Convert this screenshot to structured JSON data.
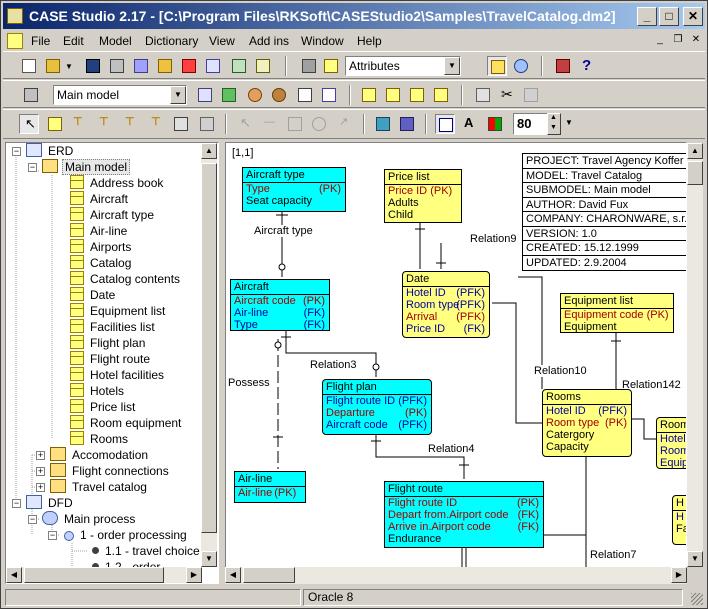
{
  "window": {
    "title": "CASE Studio 2.17 - [C:\\Program Files\\RKSoft\\CASEStudio2\\Samples\\TravelCatalog.dm2]",
    "controls": [
      "_",
      "□",
      "✕"
    ]
  },
  "menu": [
    "File",
    "Edit",
    "Model",
    "Dictionary",
    "View",
    "Add ins",
    "Window",
    "Help"
  ],
  "toolbar": {
    "attributes_combo": "Attributes",
    "model_combo": "Main model",
    "zoom_value": "80"
  },
  "tree": {
    "erd": "ERD",
    "main_model": "Main model",
    "tables": [
      "Address book",
      "Aircraft",
      "Aircraft type",
      "Air-line",
      "Airports",
      "Catalog",
      "Catalog contents",
      "Date",
      "Equipment list",
      "Facilities list",
      "Flight plan",
      "Flight route",
      "Hotel facilities",
      "Hotels",
      "Price list",
      "Room equipment",
      "Rooms"
    ],
    "sub_models": [
      "Accomodation",
      "Flight connections",
      "Travel catalog"
    ],
    "dfd": "DFD",
    "main_process": "Main process",
    "process1": "1 - order processing",
    "process11": "1.1 - travel choice",
    "process12": "1.2 - order..."
  },
  "canvas": {
    "coord": "[1,1]",
    "info_box": [
      "PROJECT: Travel Agency Koffer",
      "MODEL: Travel Catalog",
      "SUBMODEL: Main model",
      "AUTHOR: David Fux",
      "COMPANY: CHARONWARE, s.r.o.",
      "VERSION: 1.0",
      "CREATED: 15.12.1999",
      "UPDATED: 2.9.2004"
    ],
    "relations": {
      "aircraft_type": "Aircraft type",
      "relation3": "Relation3",
      "possess": "Possess",
      "relation4": "Relation4",
      "relation9": "Relation9",
      "relation10": "Relation10",
      "relation142": "Relation142",
      "relation7": "Relation7"
    },
    "entities": {
      "aircraft_type": {
        "title": "Aircraft type",
        "rows": [
          [
            "Type",
            "(PK)"
          ],
          [
            "Seat capacity",
            ""
          ]
        ]
      },
      "aircraft": {
        "title": "Aircraft",
        "rows": [
          [
            "Aircraft code",
            "(PK)"
          ],
          [
            "Air-line",
            "(FK)"
          ],
          [
            "Type",
            "(FK)"
          ]
        ]
      },
      "flight_plan": {
        "title": "Flight plan",
        "rows": [
          [
            "Flight route ID",
            "(PFK)"
          ],
          [
            "Departure",
            "(PK)"
          ],
          [
            "Aircraft code",
            "(PFK)"
          ]
        ]
      },
      "air_line": {
        "title": "Air-line",
        "rows": [
          [
            "Air-line",
            "(PK)"
          ]
        ]
      },
      "flight_route": {
        "title": "Flight route",
        "rows": [
          [
            "Flight route ID",
            "(PK)"
          ],
          [
            "Depart from.Airport code",
            "(FK)"
          ],
          [
            "Arrive in.Airport code",
            "(FK)"
          ],
          [
            "Endurance",
            ""
          ]
        ]
      },
      "price_list": {
        "title": "Price list",
        "rows": [
          [
            "Price ID",
            "(PK)"
          ],
          [
            "Adults",
            ""
          ],
          [
            "Child",
            ""
          ]
        ]
      },
      "date": {
        "title": "Date",
        "rows": [
          [
            "Hotel ID",
            "(PFK)"
          ],
          [
            "Room type",
            "(PFK)"
          ],
          [
            "Arrival",
            "(PFK)"
          ],
          [
            "Price ID",
            "(FK)"
          ]
        ]
      },
      "equipment_list": {
        "title": "Equipment list",
        "rows": [
          [
            "Equipment code",
            "(PK)"
          ],
          [
            "Equipment",
            ""
          ]
        ]
      },
      "rooms": {
        "title": "Rooms",
        "rows": [
          [
            "Hotel ID",
            "(PFK)"
          ],
          [
            "Room type",
            "(PK)"
          ],
          [
            "Catergory",
            ""
          ],
          [
            "Capacity",
            ""
          ]
        ]
      },
      "room_eq": {
        "title": "Room",
        "rows": [
          [
            "Hotel",
            ""
          ],
          [
            "Room",
            ""
          ],
          [
            "Equip",
            ""
          ]
        ]
      },
      "h_partial": {
        "title": "H",
        "rows": [
          [
            "H",
            ""
          ],
          [
            "Fa",
            ""
          ]
        ]
      }
    }
  },
  "status": {
    "db": "Oracle 8"
  }
}
